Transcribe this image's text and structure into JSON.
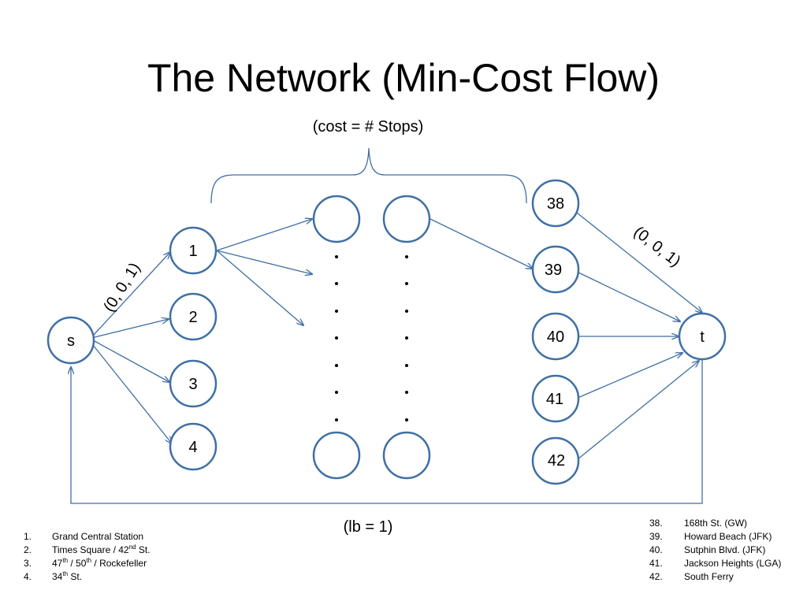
{
  "title": "The Network (Min-Cost Flow)",
  "cost_note": "(cost = # Stops)",
  "edge_labels": {
    "source_edges": "(0, 0, 1)",
    "sink_edges": "(0, 0, 1)",
    "return_edge": "(lb = 1)"
  },
  "nodes": {
    "source": "s",
    "sink": "t",
    "left": [
      "1",
      "2",
      "3",
      "4"
    ],
    "right": [
      "38",
      "39",
      "40",
      "41",
      "42"
    ]
  },
  "legend_left": [
    {
      "num": "1.",
      "text": "Grand Central Station"
    },
    {
      "num": "2.",
      "text": "Times Square / 42",
      "sup": "nd",
      "after": " St."
    },
    {
      "num": "3.",
      "text": "47",
      "sup": "th",
      "after": " / 50",
      "sup2": "th",
      "after2": " / Rockefeller"
    },
    {
      "num": "4.",
      "text": "34",
      "sup": "th",
      "after": " St."
    }
  ],
  "legend_right": [
    {
      "num": "38.",
      "text": "168th St. (GW)"
    },
    {
      "num": "39.",
      "text": "Howard Beach (JFK)"
    },
    {
      "num": "40.",
      "text": "Sutphin Blvd. (JFK)"
    },
    {
      "num": "41.",
      "text": "Jackson Heights (LGA)"
    },
    {
      "num": "42.",
      "text": "South Ferry"
    }
  ],
  "colors": {
    "stroke": "#3f6fa5",
    "text": "#000000"
  }
}
